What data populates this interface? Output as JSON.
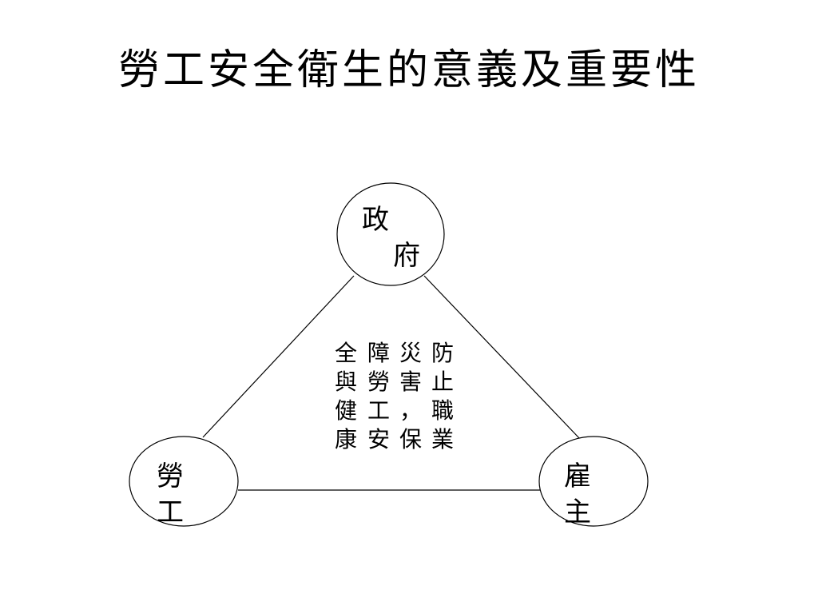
{
  "title": "勞工安全衛生的意義及重要性",
  "nodes": {
    "government": {
      "chars": [
        "政",
        "府"
      ]
    },
    "worker": {
      "chars": [
        "勞",
        "工"
      ]
    },
    "employer": {
      "chars": [
        "雇",
        "主"
      ]
    }
  },
  "center_text": {
    "columns": [
      [
        "防",
        "止",
        "職",
        "業"
      ],
      [
        "災",
        "害",
        "，",
        "保"
      ],
      [
        "障",
        "勞",
        "工",
        "安"
      ],
      [
        "全",
        "與",
        "健",
        "康"
      ]
    ]
  }
}
